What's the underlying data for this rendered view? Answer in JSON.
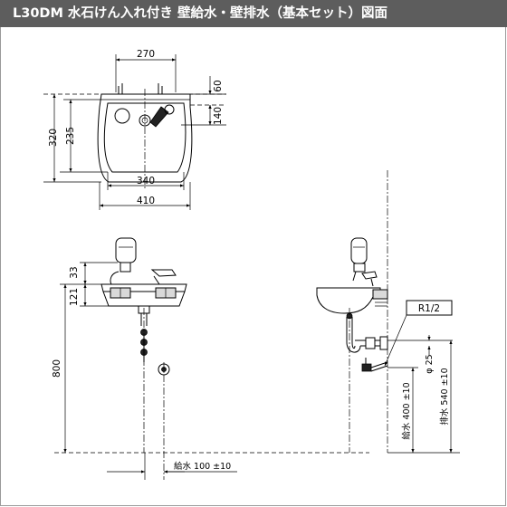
{
  "title": "L30DM 水石けん入れ付き 壁給水・壁排水（基本セット）図面",
  "front_top": {
    "dim_270": "270",
    "dim_60": "60",
    "dim_140": "140",
    "dim_320": "320",
    "dim_235": "235",
    "dim_340": "340",
    "dim_410": "410"
  },
  "front_view": {
    "dim_33": "33",
    "dim_121": "121",
    "dim_800": "800",
    "supply": "給水 100 ±10"
  },
  "side_view": {
    "thread": "R1/2",
    "dim_25": "φ 25",
    "supply_400": "給水 400 ±10",
    "drain_540": "排水 540 ±10"
  },
  "colors": {
    "title_bg": "#5d5d5d",
    "title_fg": "#ffffff",
    "line": "#000000"
  }
}
